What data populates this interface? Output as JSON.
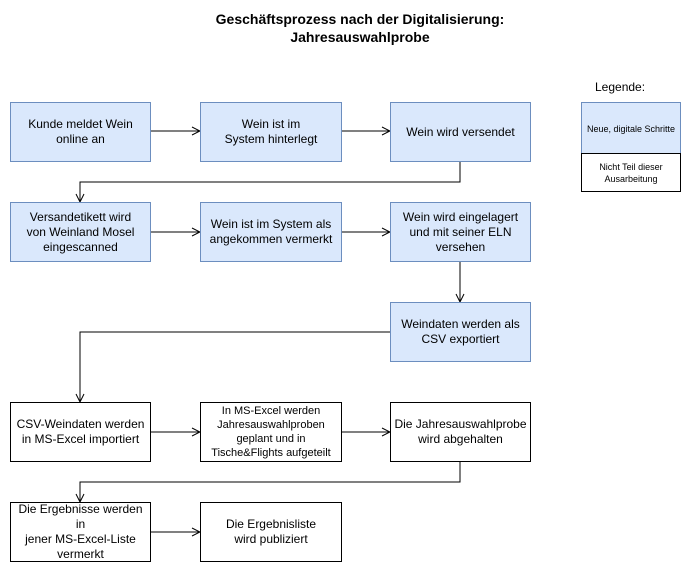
{
  "title_line1": "Geschäftsprozess nach der Digitalisierung:",
  "title_line2": "Jahresauswahlprobe",
  "legend": {
    "title": "Legende:",
    "digital": "Neue, digitale Schritte",
    "not_part": "Nicht Teil dieser\nAusarbeitung"
  },
  "steps": [
    {
      "id": "s1",
      "label": "Kunde meldet Wein\nonline an",
      "type": "digital"
    },
    {
      "id": "s2",
      "label": "Wein ist im\nSystem hinterlegt",
      "type": "digital"
    },
    {
      "id": "s3",
      "label": "Wein wird versendet",
      "type": "digital"
    },
    {
      "id": "s4",
      "label": "Versandetikett wird\nvon Weinland Mosel\neingescanned",
      "type": "digital"
    },
    {
      "id": "s5",
      "label": "Wein ist im System als\nangekommen vermerkt",
      "type": "digital"
    },
    {
      "id": "s6",
      "label": "Wein wird eingelagert\nund mit seiner ELN\nversehen",
      "type": "digital"
    },
    {
      "id": "s7",
      "label": "Weindaten werden als\nCSV exportiert",
      "type": "digital"
    },
    {
      "id": "s8",
      "label": "CSV-Weindaten werden\nin MS-Excel importiert",
      "type": "standard"
    },
    {
      "id": "s9",
      "label": "In MS-Excel werden\nJahresauswahlproben\ngeplant und in\nTische&Flights aufgeteilt",
      "type": "standard"
    },
    {
      "id": "s10",
      "label": "Die Jahresauswahlprobe\nwird abgehalten",
      "type": "standard"
    },
    {
      "id": "s11",
      "label": "Die Ergebnisse werden in\njener MS-Excel-Liste\nvermerkt",
      "type": "standard"
    },
    {
      "id": "s12",
      "label": "Die Ergebnisliste\nwird publiziert",
      "type": "standard"
    }
  ],
  "colors": {
    "digital_fill": "#dae8fc",
    "digital_stroke": "#6c8ebf",
    "line": "#000000"
  }
}
